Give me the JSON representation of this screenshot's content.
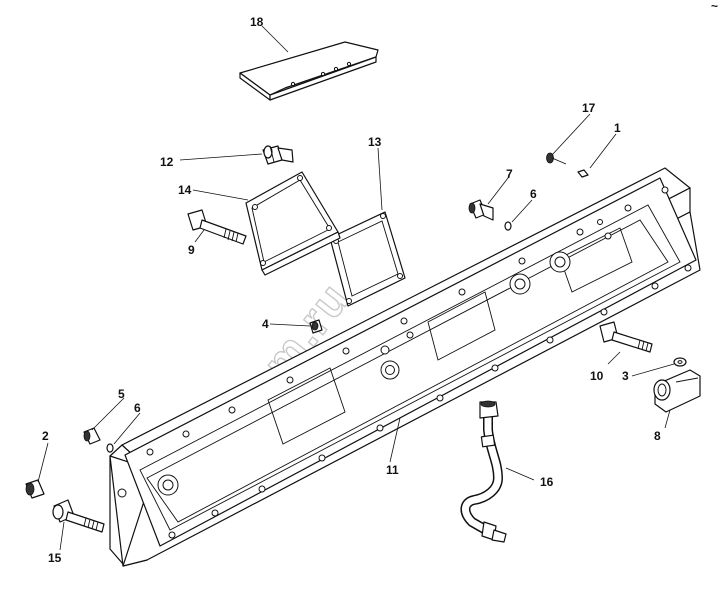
{
  "watermark": "zap-kam.ru",
  "corner_mark": "~",
  "callouts": [
    {
      "id": "c18",
      "label": "18"
    },
    {
      "id": "c17",
      "label": "17"
    },
    {
      "id": "c1",
      "label": "1"
    },
    {
      "id": "c13",
      "label": "13"
    },
    {
      "id": "c12",
      "label": "12"
    },
    {
      "id": "c14",
      "label": "14"
    },
    {
      "id": "c7",
      "label": "7"
    },
    {
      "id": "c6a",
      "label": "6"
    },
    {
      "id": "c9",
      "label": "9"
    },
    {
      "id": "c4",
      "label": "4"
    },
    {
      "id": "c10",
      "label": "10"
    },
    {
      "id": "c3",
      "label": "3"
    },
    {
      "id": "c8",
      "label": "8"
    },
    {
      "id": "c5",
      "label": "5"
    },
    {
      "id": "c6b",
      "label": "6"
    },
    {
      "id": "c2",
      "label": "2"
    },
    {
      "id": "c11",
      "label": "11"
    },
    {
      "id": "c16",
      "label": "16"
    },
    {
      "id": "c15",
      "label": "15"
    }
  ]
}
